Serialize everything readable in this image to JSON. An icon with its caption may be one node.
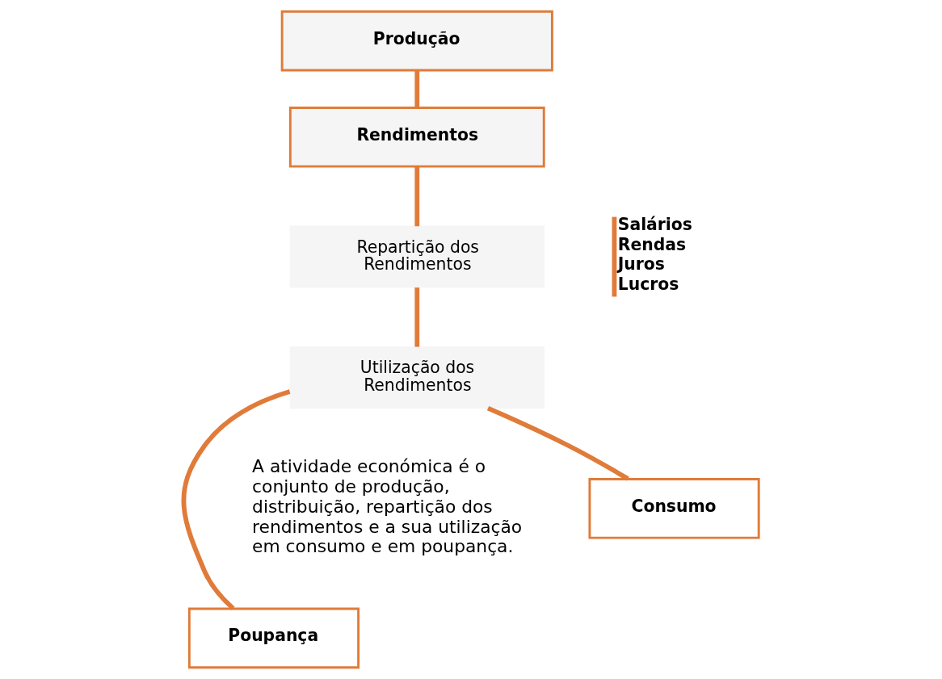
{
  "diagram": {
    "nodes": [
      {
        "text": [
          "Produção"
        ]
      },
      {
        "text": [
          "Rendimentos"
        ]
      },
      {
        "text": [
          "Repartição dos Rendimentos"
        ],
        "beside": [
          "Salários",
          "Rendas",
          "Juros",
          "Lucros"
        ]
      },
      {
        "text": [
          "Utilização dos Rendimentos"
        ]
      },
      {
        "text": [
          "Consumo"
        ]
      },
      {
        "text": [
          "Poupança"
        ]
      }
    ],
    "edges": [
      {
        "from": 0,
        "to": 1,
        "arrow": "none"
      },
      {
        "from": 1,
        "to": 2,
        "arrow": "none"
      },
      {
        "from": 2,
        "to": 3,
        "arrow": "none"
      },
      {
        "from": 3,
        "to": 4,
        "arrow": "none"
      },
      {
        "from": 3,
        "to": 5,
        "arrow": "none"
      }
    ],
    "labels": [
      "A atividade económica é o conjunto de produção, distribuição, repartição dos rendimentos e a sua utilização em consumo e em poupança."
    ]
  }
}
